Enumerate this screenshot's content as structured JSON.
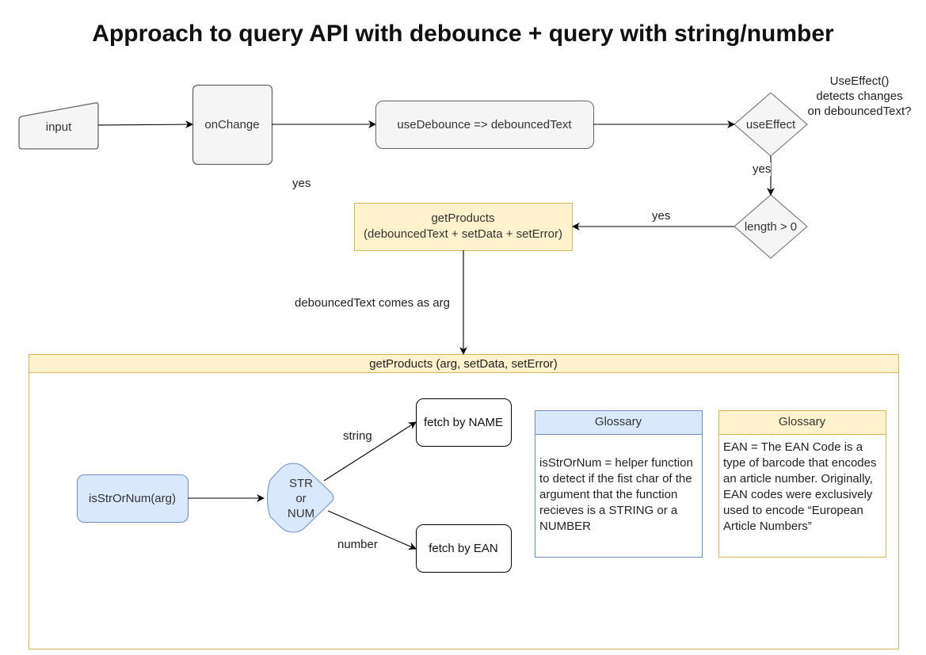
{
  "title": "Approach to query API with debounce + query with string/number",
  "nodes": {
    "input": "input",
    "onchange": "onChange",
    "use_debounce": "useDebounce => debouncedText",
    "use_effect": "useEffect",
    "use_effect_note": "UseEffect()\ndetects changes\non debouncedText?",
    "length_check": "length > 0",
    "get_products_call": "getProducts\n(debouncedText + setData + setError)",
    "container_title": "getProducts (arg, setData, setError)",
    "is_str_or_num": "isStrOrNum(arg)",
    "str_or_num": "STR\nor\nNUM",
    "fetch_by_name": "fetch by NAME",
    "fetch_by_ean": "fetch by EAN"
  },
  "edge_labels": {
    "yes_1": "yes",
    "yes_2": "yes",
    "yes_3": "yes",
    "debounced_arg": "debouncedText comes as arg",
    "string": "string",
    "number": "number"
  },
  "glossaries": [
    {
      "title": "Glossary",
      "text": "isStrOrNum = helper function to detect if the fist char of the argument that the function recieves is a STRING or a NUMBER"
    },
    {
      "title": "Glossary",
      "text": "EAN = The EAN Code is a type of barcode that encodes an article number. Originally, EAN codes were exclusively used to encode “European Article Numbers”"
    }
  ],
  "colors": {
    "gray_fill": "#f5f5f5",
    "gray_stroke": "#666666",
    "yellow_fill": "#fff2cc",
    "yellow_stroke": "#d6b656",
    "blue_fill": "#dae8fc",
    "blue_stroke": "#6c8ebf"
  }
}
